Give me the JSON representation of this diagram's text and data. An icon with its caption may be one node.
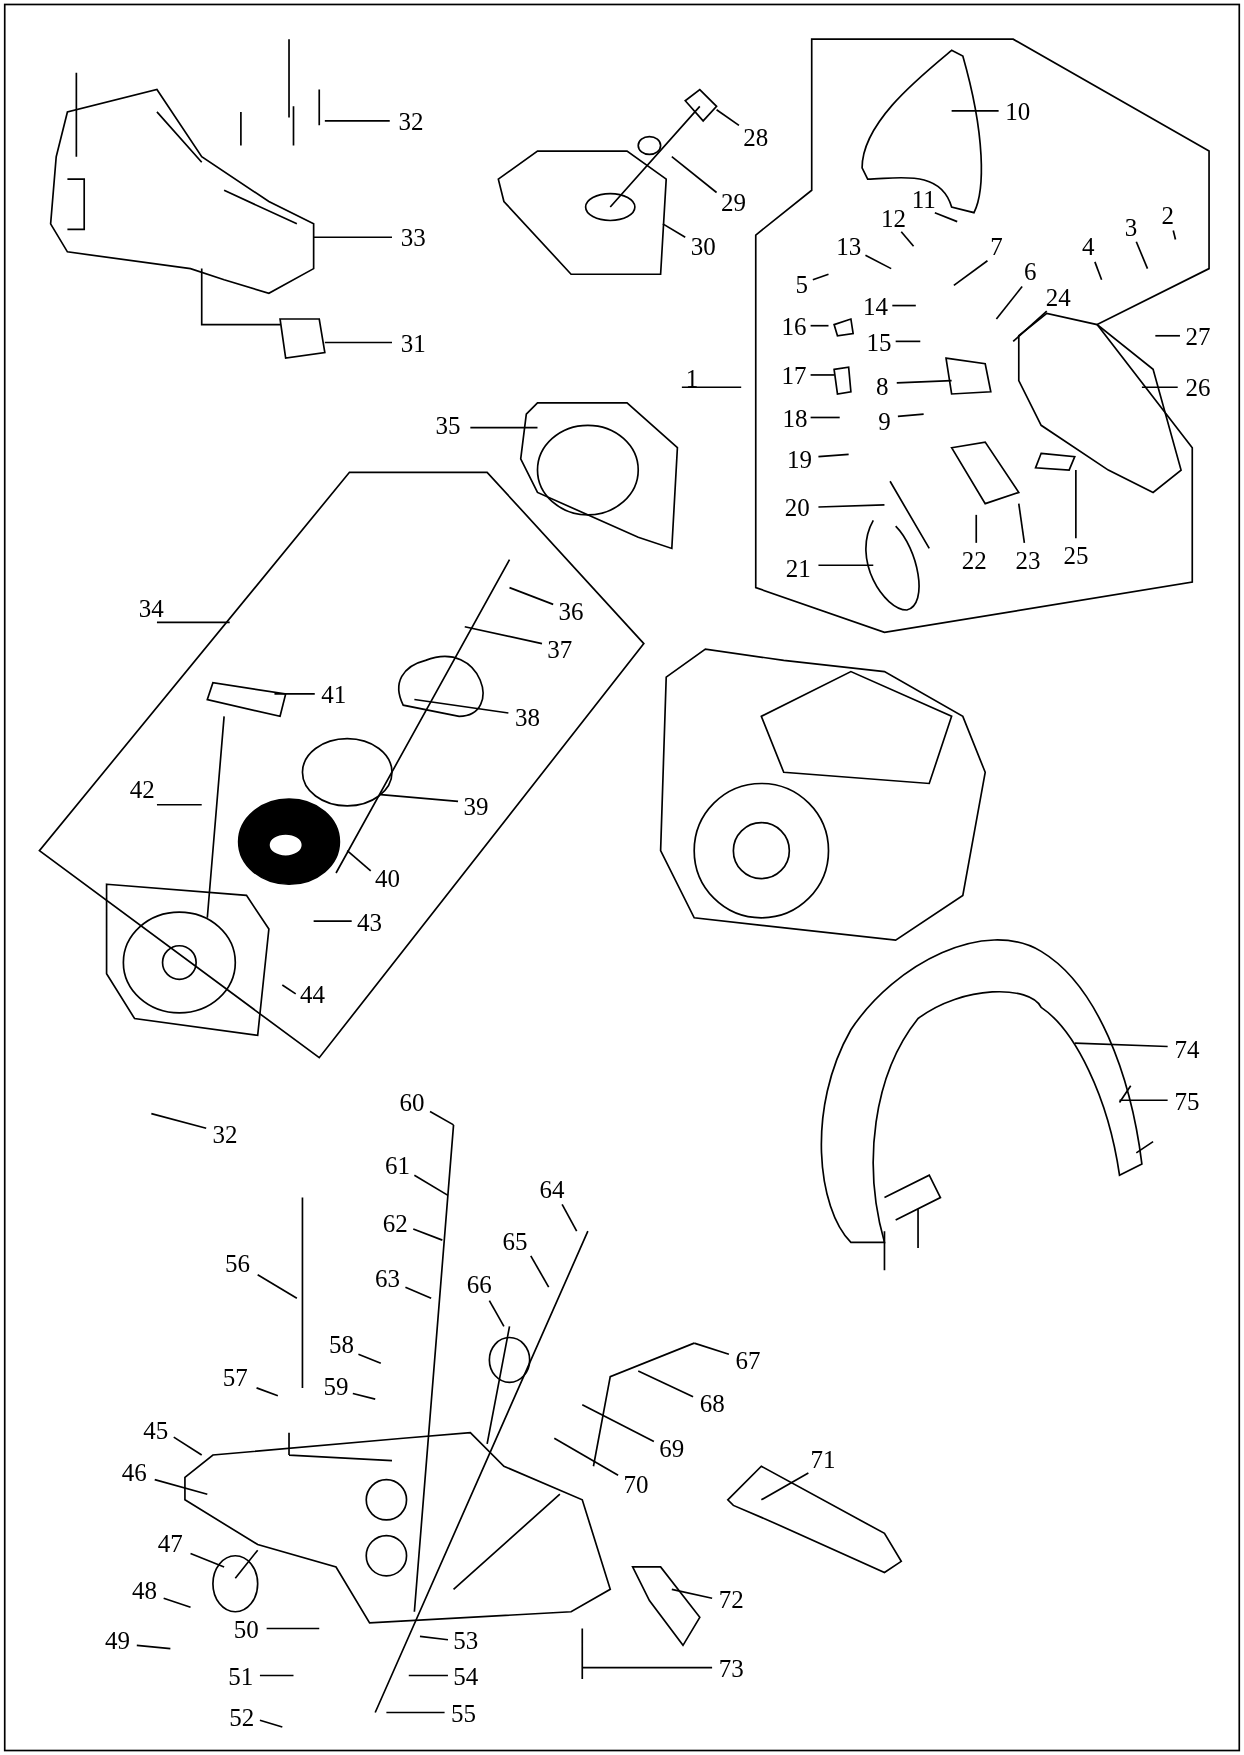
{
  "diagram": {
    "nodes": [
      {
        "text": [
          "32"
        ]
      },
      {
        "text": [
          "33"
        ]
      },
      {
        "text": [
          "31"
        ]
      },
      {
        "text": [
          "28"
        ]
      },
      {
        "text": [
          "29"
        ]
      },
      {
        "text": [
          "30"
        ]
      },
      {
        "text": [
          "10"
        ]
      },
      {
        "text": [
          "11"
        ]
      },
      {
        "text": [
          "12"
        ]
      },
      {
        "text": [
          "13"
        ]
      },
      {
        "text": [
          "7"
        ]
      },
      {
        "text": [
          "6"
        ]
      },
      {
        "text": [
          "4"
        ]
      },
      {
        "text": [
          "3"
        ]
      },
      {
        "text": [
          "2"
        ]
      },
      {
        "text": [
          "5"
        ]
      },
      {
        "text": [
          "14"
        ]
      },
      {
        "text": [
          "24"
        ]
      },
      {
        "text": [
          "27"
        ]
      },
      {
        "text": [
          "16"
        ]
      },
      {
        "text": [
          "15"
        ]
      },
      {
        "text": [
          "1"
        ]
      },
      {
        "text": [
          "26"
        ]
      },
      {
        "text": [
          "17"
        ]
      },
      {
        "text": [
          "8"
        ]
      },
      {
        "text": [
          "18"
        ]
      },
      {
        "text": [
          "9"
        ]
      },
      {
        "text": [
          "19"
        ]
      },
      {
        "text": [
          "20"
        ]
      },
      {
        "text": [
          "25"
        ]
      },
      {
        "text": [
          "22"
        ]
      },
      {
        "text": [
          "23"
        ]
      },
      {
        "text": [
          "21"
        ]
      },
      {
        "text": [
          "35"
        ]
      },
      {
        "text": [
          "36"
        ]
      },
      {
        "text": [
          "37"
        ]
      },
      {
        "text": [
          "34"
        ]
      },
      {
        "text": [
          "41"
        ]
      },
      {
        "text": [
          "38"
        ]
      },
      {
        "text": [
          "42"
        ]
      },
      {
        "text": [
          "39"
        ]
      },
      {
        "text": [
          "40"
        ]
      },
      {
        "text": [
          "43"
        ]
      },
      {
        "text": [
          "44"
        ]
      },
      {
        "text": [
          "74"
        ]
      },
      {
        "text": [
          "75"
        ]
      },
      {
        "text": [
          "32"
        ]
      },
      {
        "text": [
          "60"
        ]
      },
      {
        "text": [
          "61"
        ]
      },
      {
        "text": [
          "64"
        ]
      },
      {
        "text": [
          "62"
        ]
      },
      {
        "text": [
          "65"
        ]
      },
      {
        "text": [
          "56"
        ]
      },
      {
        "text": [
          "63"
        ]
      },
      {
        "text": [
          "66"
        ]
      },
      {
        "text": [
          "58"
        ]
      },
      {
        "text": [
          "67"
        ]
      },
      {
        "text": [
          "57"
        ]
      },
      {
        "text": [
          "59"
        ]
      },
      {
        "text": [
          "68"
        ]
      },
      {
        "text": [
          "45"
        ]
      },
      {
        "text": [
          "69"
        ]
      },
      {
        "text": [
          "71"
        ]
      },
      {
        "text": [
          "46"
        ]
      },
      {
        "text": [
          "70"
        ]
      },
      {
        "text": [
          "47"
        ]
      },
      {
        "text": [
          "48"
        ]
      },
      {
        "text": [
          "72"
        ]
      },
      {
        "text": [
          "50"
        ]
      },
      {
        "text": [
          "49"
        ]
      },
      {
        "text": [
          "53"
        ]
      },
      {
        "text": [
          "73"
        ]
      },
      {
        "text": [
          "51"
        ]
      },
      {
        "text": [
          "54"
        ]
      },
      {
        "text": [
          "55"
        ]
      },
      {
        "text": [
          "52"
        ]
      }
    ],
    "edges": [
      {
        "from": 0,
        "to": null,
        "arrow": "none"
      },
      {
        "from": 1,
        "to": null,
        "arrow": "none"
      },
      {
        "from": 2,
        "to": null,
        "arrow": "none"
      },
      {
        "from": 3,
        "to": null,
        "arrow": "none"
      },
      {
        "from": 4,
        "to": null,
        "arrow": "none"
      },
      {
        "from": 5,
        "to": null,
        "arrow": "none"
      },
      {
        "from": 6,
        "to": null,
        "arrow": "none"
      },
      {
        "from": 7,
        "to": null,
        "arrow": "none"
      },
      {
        "from": 8,
        "to": null,
        "arrow": "none"
      },
      {
        "from": 9,
        "to": null,
        "arrow": "none"
      },
      {
        "from": 10,
        "to": null,
        "arrow": "none"
      },
      {
        "from": 11,
        "to": null,
        "arrow": "none"
      },
      {
        "from": 12,
        "to": null,
        "arrow": "none"
      },
      {
        "from": 13,
        "to": null,
        "arrow": "none"
      },
      {
        "from": 14,
        "to": null,
        "arrow": "none"
      },
      {
        "from": 15,
        "to": null,
        "arrow": "none"
      },
      {
        "from": 16,
        "to": null,
        "arrow": "none"
      },
      {
        "from": 17,
        "to": null,
        "arrow": "none"
      },
      {
        "from": 18,
        "to": null,
        "arrow": "none"
      },
      {
        "from": 19,
        "to": null,
        "arrow": "none"
      },
      {
        "from": 20,
        "to": null,
        "arrow": "none"
      },
      {
        "from": 21,
        "to": null,
        "arrow": "none"
      },
      {
        "from": 22,
        "to": null,
        "arrow": "none"
      },
      {
        "from": 23,
        "to": null,
        "arrow": "none"
      },
      {
        "from": 24,
        "to": null,
        "arrow": "none"
      },
      {
        "from": 25,
        "to": null,
        "arrow": "none"
      },
      {
        "from": 26,
        "to": null,
        "arrow": "none"
      },
      {
        "from": 27,
        "to": null,
        "arrow": "none"
      },
      {
        "from": 28,
        "to": null,
        "arrow": "none"
      },
      {
        "from": 29,
        "to": null,
        "arrow": "none"
      },
      {
        "from": 30,
        "to": null,
        "arrow": "none"
      },
      {
        "from": 31,
        "to": null,
        "arrow": "none"
      },
      {
        "from": 32,
        "to": null,
        "arrow": "none"
      },
      {
        "from": 33,
        "to": null,
        "arrow": "none"
      },
      {
        "from": 34,
        "to": null,
        "arrow": "none"
      },
      {
        "from": 35,
        "to": null,
        "arrow": "none"
      },
      {
        "from": 36,
        "to": null,
        "arrow": "none"
      },
      {
        "from": 37,
        "to": null,
        "arrow": "none"
      },
      {
        "from": 38,
        "to": null,
        "arrow": "none"
      },
      {
        "from": 39,
        "to": null,
        "arrow": "none"
      },
      {
        "from": 40,
        "to": null,
        "arrow": "none"
      },
      {
        "from": 41,
        "to": null,
        "arrow": "none"
      },
      {
        "from": 42,
        "to": null,
        "arrow": "none"
      },
      {
        "from": 43,
        "to": null,
        "arrow": "none"
      },
      {
        "from": 44,
        "to": null,
        "arrow": "none"
      },
      {
        "from": 45,
        "to": null,
        "arrow": "none"
      },
      {
        "from": 46,
        "to": null,
        "arrow": "none"
      },
      {
        "from": 47,
        "to": null,
        "arrow": "none"
      },
      {
        "from": 48,
        "to": null,
        "arrow": "none"
      },
      {
        "from": 49,
        "to": null,
        "arrow": "none"
      },
      {
        "from": 50,
        "to": null,
        "arrow": "none"
      },
      {
        "from": 51,
        "to": null,
        "arrow": "none"
      },
      {
        "from": 52,
        "to": null,
        "arrow": "none"
      },
      {
        "from": 53,
        "to": null,
        "arrow": "none"
      },
      {
        "from": 54,
        "to": null,
        "arrow": "none"
      },
      {
        "from": 55,
        "to": null,
        "arrow": "none"
      },
      {
        "from": 56,
        "to": null,
        "arrow": "none"
      },
      {
        "from": 57,
        "to": null,
        "arrow": "none"
      },
      {
        "from": 58,
        "to": null,
        "arrow": "none"
      },
      {
        "from": 59,
        "to": null,
        "arrow": "none"
      },
      {
        "from": 60,
        "to": null,
        "arrow": "none"
      },
      {
        "from": 61,
        "to": null,
        "arrow": "none"
      },
      {
        "from": 62,
        "to": null,
        "arrow": "none"
      },
      {
        "from": 63,
        "to": null,
        "arrow": "none"
      },
      {
        "from": 64,
        "to": null,
        "arrow": "none"
      },
      {
        "from": 65,
        "to": null,
        "arrow": "none"
      },
      {
        "from": 66,
        "to": null,
        "arrow": "none"
      },
      {
        "from": 67,
        "to": null,
        "arrow": "none"
      },
      {
        "from": 68,
        "to": null,
        "arrow": "none"
      },
      {
        "from": 69,
        "to": null,
        "arrow": "none"
      },
      {
        "from": 70,
        "to": null,
        "arrow": "none"
      },
      {
        "from": 71,
        "to": null,
        "arrow": "none"
      },
      {
        "from": 72,
        "to": null,
        "arrow": "none"
      },
      {
        "from": 73,
        "to": null,
        "arrow": "none"
      },
      {
        "from": 74,
        "to": null,
        "arrow": "none"
      },
      {
        "from": 75,
        "to": null,
        "arrow": "none"
      }
    ]
  }
}
